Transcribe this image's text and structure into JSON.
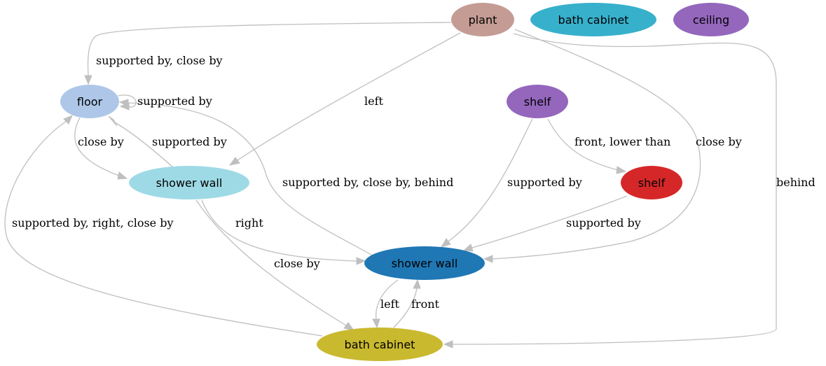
{
  "colors": {
    "plant": "#c49c94",
    "bath_cabinet_cyan": "#37b0cc",
    "ceiling": "#9467bd",
    "floor": "#aec7e8",
    "shelf_purple": "#9467bd",
    "shelf_red": "#d62728",
    "shower_wall_light": "#9edae5",
    "shower_wall_blue": "#1f77b4",
    "bath_cabinet_olive": "#c9b92f",
    "edge": "#bfbfbf"
  },
  "nodes": {
    "plant": "plant",
    "bath_cabinet_top": "bath cabinet",
    "ceiling": "ceiling",
    "floor": "floor",
    "shelf_purple": "shelf",
    "shelf_red": "shelf",
    "shower_wall_light": "shower wall",
    "shower_wall_blue": "shower wall",
    "bath_cabinet_bottom": "bath cabinet"
  },
  "edges": {
    "plant_floor": "supported by, close by",
    "floor_self": "supported by",
    "plant_showerwall_light": "left",
    "shelf_shelf": "front, lower than",
    "plant_showerwall_blue": "close by",
    "floor_showerwall_light": "close by",
    "showerwall_light_floor": "supported by",
    "plant_bathcabinet": "behind",
    "showerwall_blue_floor": "supported by, close by, behind",
    "shelf_showerwall_blue": "supported by",
    "bathcabinet_floor": "supported by, right, close by",
    "showerwall_light_showerwall_blue": "right",
    "shelfred_showerwall_blue": "supported by",
    "showerwall_light_bathcabinet": "close by",
    "showerwall_blue_bathcabinet": "left",
    "bathcabinet_showerwall_blue": "front"
  }
}
